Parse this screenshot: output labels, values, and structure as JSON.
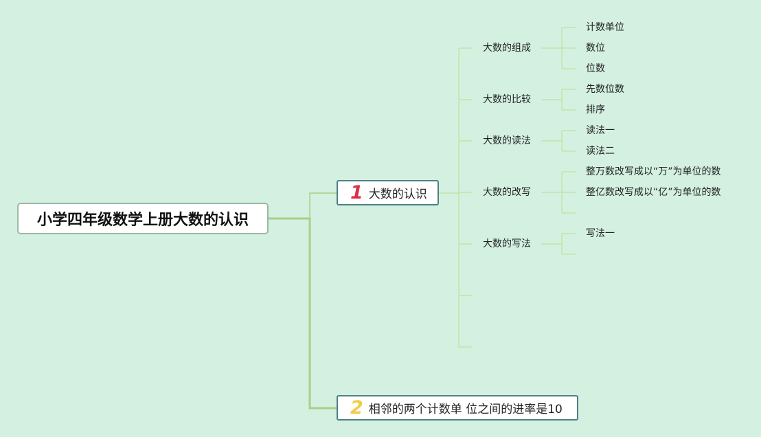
{
  "root": {
    "label": "小学四年级数学上册大数的认识"
  },
  "topics": [
    {
      "num": "1",
      "label": "大数的认识"
    },
    {
      "num": "2",
      "label": "相邻的两个计数单 位之间的进率是10"
    }
  ],
  "subtopics": [
    {
      "label": "大数的组成",
      "children": [
        "计数单位",
        "数位",
        "位数"
      ]
    },
    {
      "label": "大数的比较",
      "children": [
        "先数位数",
        "排序"
      ]
    },
    {
      "label": "大数的读法",
      "children": [
        "读法一",
        "读法二"
      ]
    },
    {
      "label": "大数的改写",
      "children": [
        "整万数改写成以“万”为单位的数",
        "整亿数改写成以“亿”为单位的数",
        ""
      ]
    },
    {
      "label": "大数的写法",
      "children": [
        "写法一",
        ""
      ]
    },
    {
      "label": "",
      "children": []
    },
    {
      "label": "",
      "children": []
    }
  ],
  "colors": {
    "background": "#d3f0e1",
    "main_branch": "#a9cf85",
    "sub_branch": "#c6e3a7",
    "topic_border": "#4d7f86",
    "num_1": "#dd2c45",
    "num_2": "#f0cd46"
  }
}
